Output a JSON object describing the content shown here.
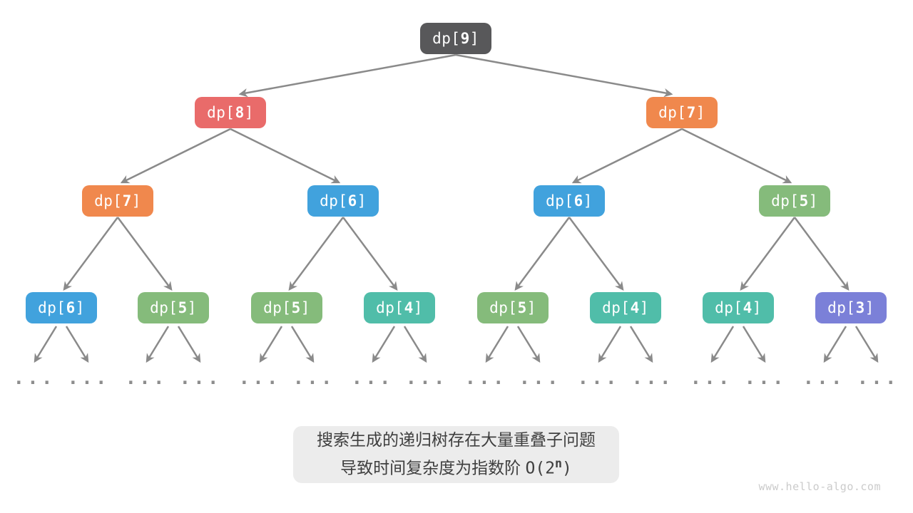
{
  "tree": {
    "ellipsis": "...",
    "nodes": [
      {
        "pre": "dp[",
        "idx": "9",
        "post": "]",
        "color": "#58585a"
      },
      {
        "pre": "dp[",
        "idx": "8",
        "post": "]",
        "color": "#e96b6a"
      },
      {
        "pre": "dp[",
        "idx": "7",
        "post": "]",
        "color": "#f0884d"
      },
      {
        "pre": "dp[",
        "idx": "7",
        "post": "]",
        "color": "#f0884d"
      },
      {
        "pre": "dp[",
        "idx": "6",
        "post": "]",
        "color": "#41a2dd"
      },
      {
        "pre": "dp[",
        "idx": "6",
        "post": "]",
        "color": "#41a2dd"
      },
      {
        "pre": "dp[",
        "idx": "5",
        "post": "]",
        "color": "#85bb7b"
      },
      {
        "pre": "dp[",
        "idx": "6",
        "post": "]",
        "color": "#41a2dd"
      },
      {
        "pre": "dp[",
        "idx": "5",
        "post": "]",
        "color": "#85bb7b"
      },
      {
        "pre": "dp[",
        "idx": "5",
        "post": "]",
        "color": "#85bb7b"
      },
      {
        "pre": "dp[",
        "idx": "4",
        "post": "]",
        "color": "#50bda9"
      },
      {
        "pre": "dp[",
        "idx": "5",
        "post": "]",
        "color": "#85bb7b"
      },
      {
        "pre": "dp[",
        "idx": "4",
        "post": "]",
        "color": "#50bda9"
      },
      {
        "pre": "dp[",
        "idx": "4",
        "post": "]",
        "color": "#50bda9"
      },
      {
        "pre": "dp[",
        "idx": "3",
        "post": "]",
        "color": "#7b80d8"
      }
    ]
  },
  "caption": {
    "line1": "搜索生成的递归树存在大量重叠子问题",
    "line2_prefix": "导致时间复杂度为指数阶 ",
    "big_o_open": "O(2",
    "exponent": "n",
    "big_o_close": ")"
  },
  "watermark": "www.hello-algo.com",
  "colors": {
    "edge": "#8a8a8a",
    "node_root": "#58585a",
    "node_red": "#e96b6a",
    "node_orange": "#f0884d",
    "node_blue": "#41a2dd",
    "node_green": "#85bb7b",
    "node_teal": "#50bda9",
    "node_purple": "#7b80d8",
    "caption_bg": "#ececec",
    "caption_text": "#3f3f3f",
    "dots": "#8d8d8d",
    "watermark": "#cbcbcb"
  }
}
